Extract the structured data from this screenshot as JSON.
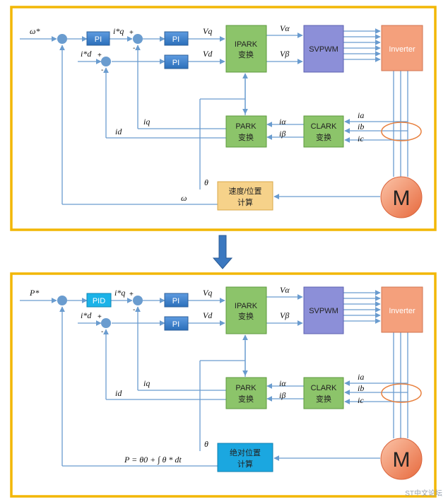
{
  "top": {
    "input_signal": "ω*",
    "pi_speed": "PI",
    "pi_q": "PI",
    "pi_d": "PI",
    "iq_ref": "i*q",
    "id_ref": "i*d",
    "vq": "Vq",
    "vd": "Vd",
    "valpha": "Vα",
    "vbeta": "Vβ",
    "ipark_line1": "IPARK",
    "ipark_line2": "变换",
    "svpwm": "SVPWM",
    "inverter": "Inverter",
    "park_line1": "PARK",
    "park_line2": "变换",
    "clark_line1": "CLARK",
    "clark_line2": "变换",
    "ia": "ia",
    "ib": "ib",
    "ic": "ic",
    "ialpha": "iα",
    "ibeta": "iβ",
    "iq_fb": "iq",
    "id_fb": "id",
    "theta": "θ",
    "omega": "ω",
    "calc_line1": "速度/位置",
    "calc_line2": "计算",
    "motor": "M"
  },
  "bottom": {
    "input_signal": "P*",
    "pi_position": "PID",
    "pi_q": "PI",
    "pi_d": "PI",
    "iq_ref": "i*q",
    "id_ref": "i*d",
    "vq": "Vq",
    "vd": "Vd",
    "valpha": "Vα",
    "vbeta": "Vβ",
    "ipark_line1": "IPARK",
    "ipark_line2": "变换",
    "svpwm": "SVPWM",
    "inverter": "Inverter",
    "park_line1": "PARK",
    "park_line2": "变换",
    "clark_line1": "CLARK",
    "clark_line2": "变换",
    "ia": "ia",
    "ib": "ib",
    "ic": "ic",
    "ialpha": "iα",
    "ibeta": "iβ",
    "iq_fb": "iq",
    "id_fb": "id",
    "theta": "θ",
    "formula": "P = θ0 + ∫ θ * dt",
    "calc_line1": "绝对位置",
    "calc_line2": "计算",
    "motor": "M"
  },
  "watermark": "ST中文论坛",
  "colors": {
    "frame": "#f2b705",
    "line": "#6a9ccf",
    "pi_block": "#4a86c8",
    "pid_block": "#1bb3e8",
    "green_block": "#8cc46a",
    "svpwm": "#8c8fd8",
    "inverter": "#f4a07c",
    "calc_top": "#f6d28a",
    "calc_bottom": "#1ba7e0",
    "motor": "#f08a64",
    "arrow": "#3b78c0"
  }
}
